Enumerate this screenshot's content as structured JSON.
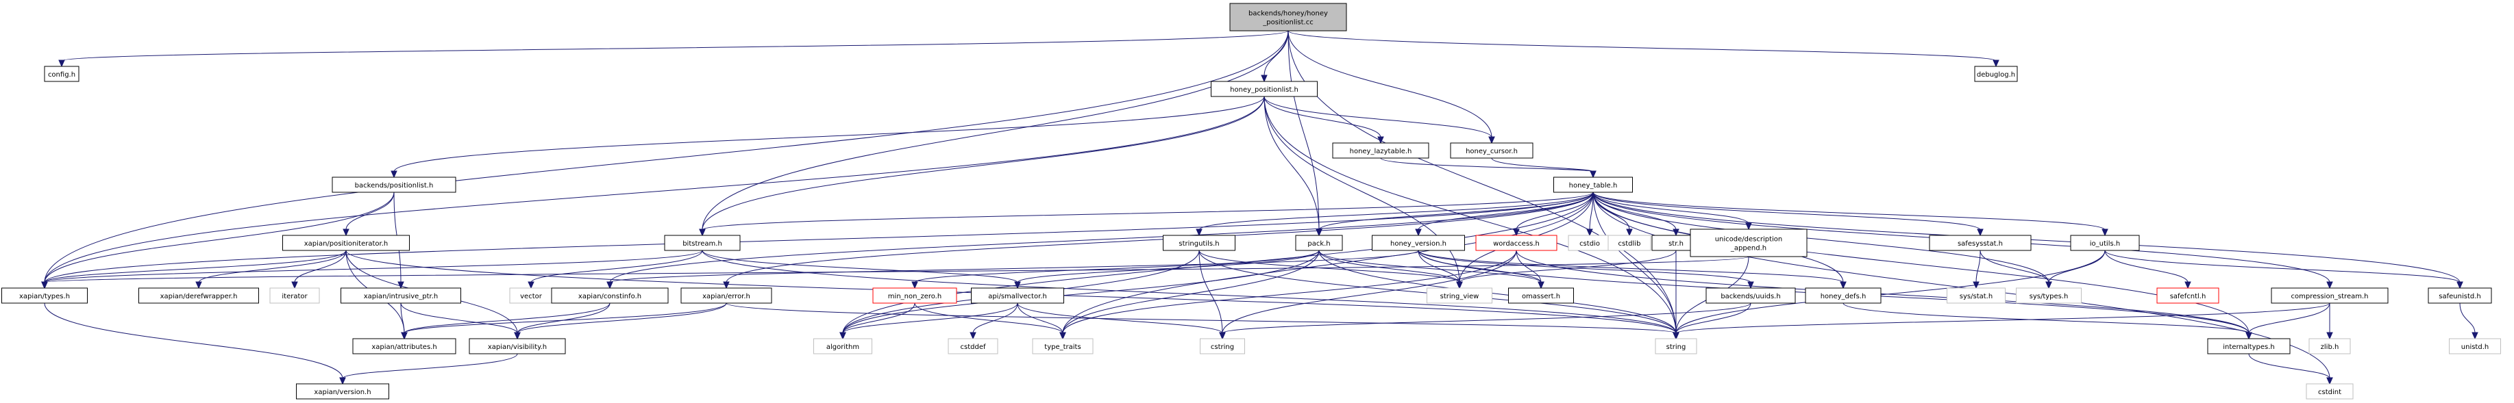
{
  "title": "backends/honey/honey_positionlist.cc include dependency graph",
  "colors": {
    "edge": "#191970",
    "root_fill": "#bfbfbf",
    "missing_border": "#ff0000",
    "system_border": "#bfbfbf"
  },
  "nodes": [
    {
      "id": "root",
      "label": [
        "backends/honey/honey",
        "_positionlist.cc"
      ],
      "kind": "root"
    },
    {
      "id": "config",
      "label": [
        "config.h"
      ],
      "kind": "normal"
    },
    {
      "id": "debuglog",
      "label": [
        "debuglog.h"
      ],
      "kind": "normal"
    },
    {
      "id": "hpl",
      "label": [
        "honey_positionlist.h"
      ],
      "kind": "normal"
    },
    {
      "id": "lazy",
      "label": [
        "honey_lazytable.h"
      ],
      "kind": "normal"
    },
    {
      "id": "cursor",
      "label": [
        "honey_cursor.h"
      ],
      "kind": "normal"
    },
    {
      "id": "table",
      "label": [
        "honey_table.h"
      ],
      "kind": "normal"
    },
    {
      "id": "bpl",
      "label": [
        "backends/positionlist.h"
      ],
      "kind": "normal"
    },
    {
      "id": "posit",
      "label": [
        "xapian/positioniterator.h"
      ],
      "kind": "normal"
    },
    {
      "id": "bitstream",
      "label": [
        "bitstream.h"
      ],
      "kind": "normal"
    },
    {
      "id": "types",
      "label": [
        "xapian/types.h"
      ],
      "kind": "normal"
    },
    {
      "id": "deref",
      "label": [
        "xapian/derefwrapper.h"
      ],
      "kind": "normal"
    },
    {
      "id": "iterator",
      "label": [
        "iterator"
      ],
      "kind": "sys"
    },
    {
      "id": "intrusive",
      "label": [
        "xapian/intrusive_ptr.h"
      ],
      "kind": "normal"
    },
    {
      "id": "vector",
      "label": [
        "vector"
      ],
      "kind": "sys"
    },
    {
      "id": "constinfo",
      "label": [
        "xapian/constinfo.h"
      ],
      "kind": "normal"
    },
    {
      "id": "error",
      "label": [
        "xapian/error.h"
      ],
      "kind": "normal"
    },
    {
      "id": "attributes",
      "label": [
        "xapian/attributes.h"
      ],
      "kind": "normal"
    },
    {
      "id": "visibility",
      "label": [
        "xapian/visibility.h"
      ],
      "kind": "normal"
    },
    {
      "id": "version",
      "label": [
        "xapian/version.h"
      ],
      "kind": "normal"
    },
    {
      "id": "stringutils",
      "label": [
        "stringutils.h"
      ],
      "kind": "normal"
    },
    {
      "id": "pack",
      "label": [
        "pack.h"
      ],
      "kind": "normal"
    },
    {
      "id": "hversion",
      "label": [
        "honey_version.h"
      ],
      "kind": "normal"
    },
    {
      "id": "wordaccess",
      "label": [
        "wordaccess.h"
      ],
      "kind": "missing"
    },
    {
      "id": "cstdio",
      "label": [
        "cstdio"
      ],
      "kind": "sys"
    },
    {
      "id": "cstdlib",
      "label": [
        "cstdlib"
      ],
      "kind": "sys"
    },
    {
      "id": "str",
      "label": [
        "str.h"
      ],
      "kind": "normal"
    },
    {
      "id": "unicode",
      "label": [
        "unicode/description",
        "_append.h"
      ],
      "kind": "normal"
    },
    {
      "id": "safesysstat",
      "label": [
        "safesysstat.h"
      ],
      "kind": "normal"
    },
    {
      "id": "ioutils",
      "label": [
        "io_utils.h"
      ],
      "kind": "normal"
    },
    {
      "id": "compression",
      "label": [
        "compression_stream.h"
      ],
      "kind": "normal"
    },
    {
      "id": "safeunistd",
      "label": [
        "safeunistd.h"
      ],
      "kind": "normal"
    },
    {
      "id": "minnz",
      "label": [
        "min_non_zero.h"
      ],
      "kind": "missing"
    },
    {
      "id": "smallvec",
      "label": [
        "api/smallvector.h"
      ],
      "kind": "normal"
    },
    {
      "id": "stringview",
      "label": [
        "string_view"
      ],
      "kind": "sys"
    },
    {
      "id": "omassert",
      "label": [
        "omassert.h"
      ],
      "kind": "normal"
    },
    {
      "id": "uuids",
      "label": [
        "backends/uuids.h"
      ],
      "kind": "normal"
    },
    {
      "id": "honeydefs",
      "label": [
        "honey_defs.h"
      ],
      "kind": "normal"
    },
    {
      "id": "sysstat",
      "label": [
        "sys/stat.h"
      ],
      "kind": "sys"
    },
    {
      "id": "systypes",
      "label": [
        "sys/types.h"
      ],
      "kind": "sys"
    },
    {
      "id": "safefcntl",
      "label": [
        "safefcntl.h"
      ],
      "kind": "missing"
    },
    {
      "id": "algorithm",
      "label": [
        "algorithm"
      ],
      "kind": "sys"
    },
    {
      "id": "cstddef",
      "label": [
        "cstddef"
      ],
      "kind": "sys"
    },
    {
      "id": "typetraits",
      "label": [
        "type_traits"
      ],
      "kind": "sys"
    },
    {
      "id": "cstring",
      "label": [
        "cstring"
      ],
      "kind": "sys"
    },
    {
      "id": "string",
      "label": [
        "string"
      ],
      "kind": "sys"
    },
    {
      "id": "internaltypes",
      "label": [
        "internaltypes.h"
      ],
      "kind": "normal"
    },
    {
      "id": "zlib",
      "label": [
        "zlib.h"
      ],
      "kind": "sys"
    },
    {
      "id": "unistdh",
      "label": [
        "unistd.h"
      ],
      "kind": "sys"
    },
    {
      "id": "cstdint",
      "label": [
        "cstdint"
      ],
      "kind": "sys"
    }
  ],
  "edges": [
    [
      "root",
      "config"
    ],
    [
      "root",
      "debuglog"
    ],
    [
      "root",
      "hpl"
    ],
    [
      "root",
      "cursor"
    ],
    [
      "root",
      "bitstream"
    ],
    [
      "root",
      "types"
    ],
    [
      "root",
      "pack"
    ],
    [
      "root",
      "string"
    ],
    [
      "hpl",
      "lazy"
    ],
    [
      "hpl",
      "cursor"
    ],
    [
      "hpl",
      "bpl"
    ],
    [
      "hpl",
      "bitstream"
    ],
    [
      "hpl",
      "types"
    ],
    [
      "hpl",
      "pack"
    ],
    [
      "hpl",
      "stringview"
    ],
    [
      "hpl",
      "string"
    ],
    [
      "lazy",
      "table"
    ],
    [
      "cursor",
      "table"
    ],
    [
      "bpl",
      "posit"
    ],
    [
      "bpl",
      "types"
    ],
    [
      "bpl",
      "intrusive"
    ],
    [
      "posit",
      "types"
    ],
    [
      "posit",
      "deref"
    ],
    [
      "posit",
      "iterator"
    ],
    [
      "posit",
      "attributes"
    ],
    [
      "posit",
      "visibility"
    ],
    [
      "posit",
      "string"
    ],
    [
      "bitstream",
      "types"
    ],
    [
      "bitstream",
      "vector"
    ],
    [
      "bitstream",
      "smallvec"
    ],
    [
      "bitstream",
      "string"
    ],
    [
      "types",
      "version"
    ],
    [
      "intrusive",
      "attributes"
    ],
    [
      "intrusive",
      "visibility"
    ],
    [
      "constinfo",
      "attributes"
    ],
    [
      "constinfo",
      "visibility"
    ],
    [
      "error",
      "attributes"
    ],
    [
      "error",
      "visibility"
    ],
    [
      "error",
      "string"
    ],
    [
      "visibility",
      "version"
    ],
    [
      "table",
      "bitstream"
    ],
    [
      "table",
      "error"
    ],
    [
      "table",
      "constinfo"
    ],
    [
      "table",
      "stringutils"
    ],
    [
      "table",
      "pack"
    ],
    [
      "table",
      "hversion"
    ],
    [
      "table",
      "wordaccess"
    ],
    [
      "table",
      "cstdio"
    ],
    [
      "table",
      "cstdlib"
    ],
    [
      "table",
      "str"
    ],
    [
      "table",
      "unicode"
    ],
    [
      "table",
      "safesysstat"
    ],
    [
      "table",
      "ioutils"
    ],
    [
      "table",
      "compression"
    ],
    [
      "table",
      "safeunistd"
    ],
    [
      "table",
      "honeydefs"
    ],
    [
      "table",
      "internaltypes"
    ],
    [
      "table",
      "systypes"
    ],
    [
      "table",
      "algorithm"
    ],
    [
      "table",
      "stringview"
    ],
    [
      "table",
      "string"
    ],
    [
      "table",
      "typetraits"
    ],
    [
      "table",
      "types"
    ],
    [
      "stringutils",
      "algorithm"
    ],
    [
      "stringutils",
      "stringview"
    ],
    [
      "stringutils",
      "cstring"
    ],
    [
      "stringutils",
      "string"
    ],
    [
      "pack",
      "minnz"
    ],
    [
      "pack",
      "smallvec"
    ],
    [
      "pack",
      "stringview"
    ],
    [
      "pack",
      "omassert"
    ],
    [
      "pack",
      "string"
    ],
    [
      "pack",
      "typetraits"
    ],
    [
      "pack",
      "algorithm"
    ],
    [
      "hversion",
      "stringview"
    ],
    [
      "hversion",
      "omassert"
    ],
    [
      "hversion",
      "uuids"
    ],
    [
      "hversion",
      "honeydefs"
    ],
    [
      "hversion",
      "internaltypes"
    ],
    [
      "hversion",
      "constinfo"
    ],
    [
      "wordaccess",
      "omassert"
    ],
    [
      "wordaccess",
      "typetraits"
    ],
    [
      "wordaccess",
      "cstring"
    ],
    [
      "wordaccess",
      "internaltypes"
    ],
    [
      "str",
      "string"
    ],
    [
      "str",
      "stringview"
    ],
    [
      "unicode",
      "string"
    ],
    [
      "unicode",
      "types"
    ],
    [
      "safesysstat",
      "sysstat"
    ],
    [
      "safesysstat",
      "systypes"
    ],
    [
      "ioutils",
      "systypes"
    ],
    [
      "ioutils",
      "safefcntl"
    ],
    [
      "ioutils",
      "safeunistd"
    ],
    [
      "ioutils",
      "string"
    ],
    [
      "compression",
      "string"
    ],
    [
      "compression",
      "internaltypes"
    ],
    [
      "compression",
      "zlib"
    ],
    [
      "safeunistd",
      "unistdh"
    ],
    [
      "minnz",
      "algorithm"
    ],
    [
      "minnz",
      "typetraits"
    ],
    [
      "smallvec",
      "algorithm"
    ],
    [
      "smallvec",
      "cstddef"
    ],
    [
      "smallvec",
      "typetraits"
    ],
    [
      "smallvec",
      "cstring"
    ],
    [
      "uuids",
      "string"
    ],
    [
      "uuids",
      "cstring"
    ],
    [
      "honeydefs",
      "internaltypes"
    ],
    [
      "internaltypes",
      "cstdint"
    ],
    [
      "table",
      "cstdint"
    ]
  ]
}
